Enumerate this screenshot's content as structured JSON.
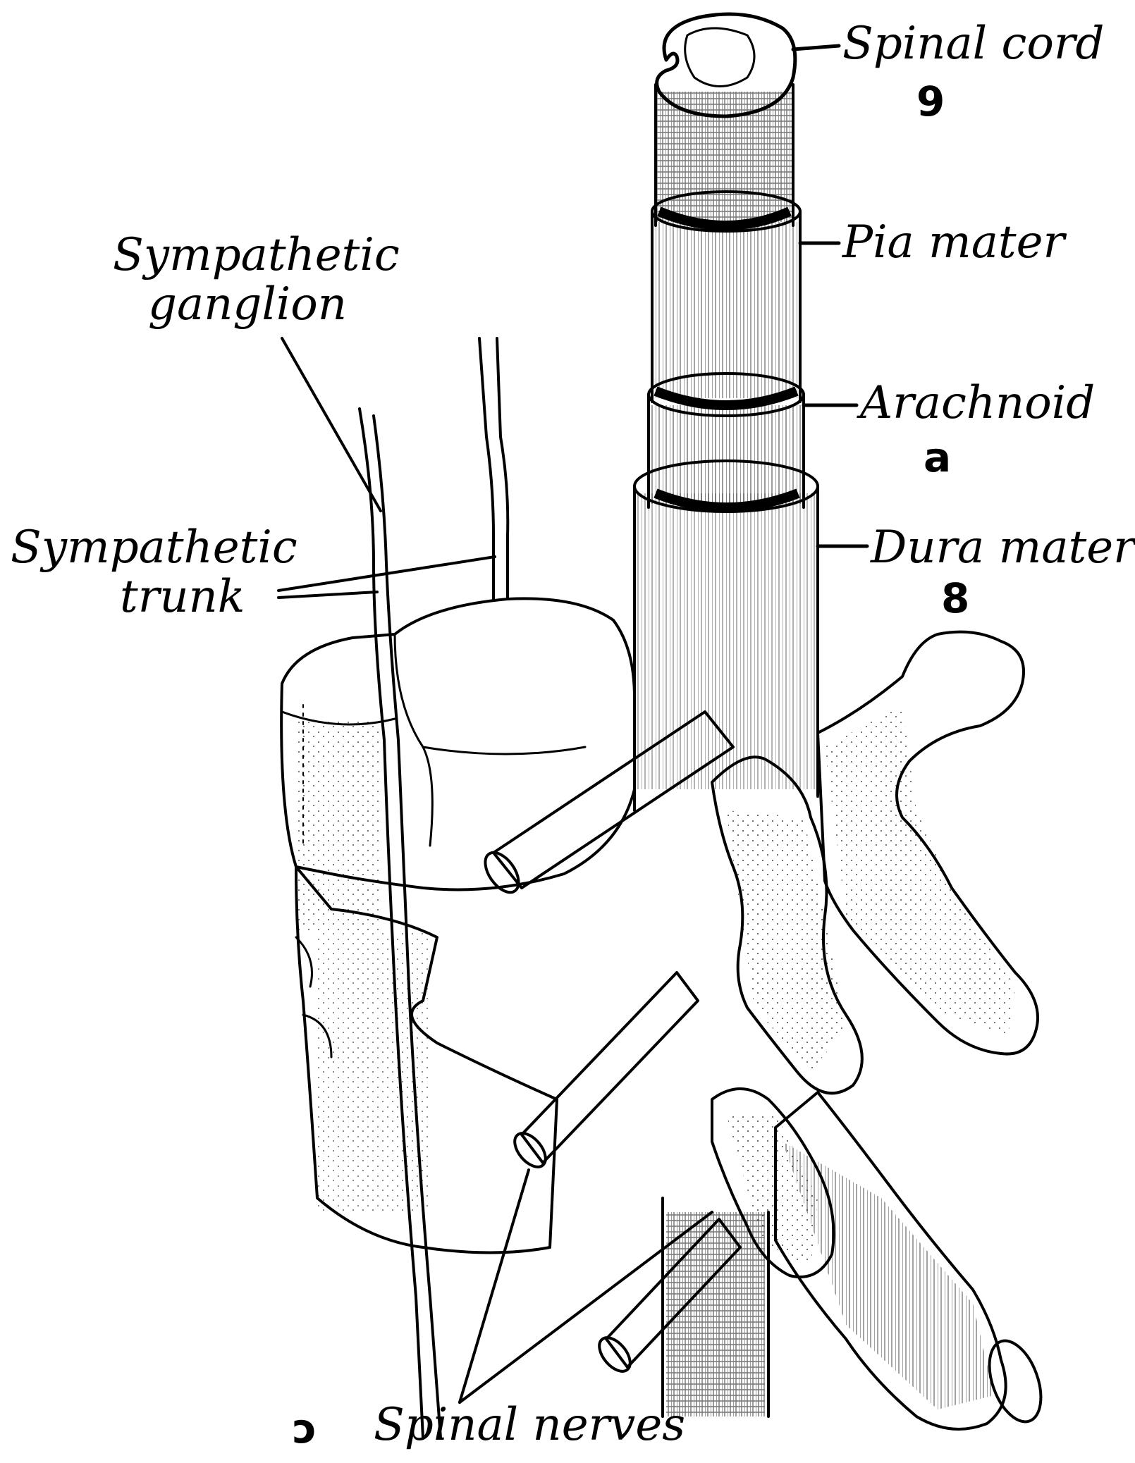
{
  "labels": {
    "spinal_cord": "Spinal cord",
    "spinal_cord_mark": "9",
    "pia_mater": "Pia mater",
    "arachnoid": "Arachnoid",
    "arachnoid_mark": "a",
    "dura_mater": "Dura mater",
    "dura_mater_mark": "8",
    "sympathetic_ganglion_line1": "Sympathetic",
    "sympathetic_ganglion_line2": "ganglion",
    "sympathetic_trunk_line1": "Sympathetic",
    "sympathetic_trunk_line2": "trunk",
    "spinal_nerves": "Spinal nerves",
    "spinal_nerves_mark": "ɔ"
  },
  "colors": {
    "ink": "#000000",
    "paper": "#ffffff"
  }
}
